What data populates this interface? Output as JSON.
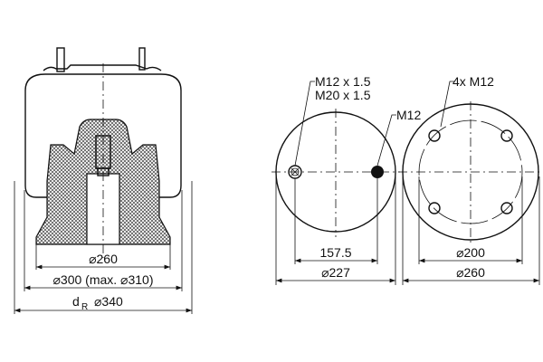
{
  "side_view": {
    "dim_piston": "⌀260",
    "dim_bellow": "⌀300 (max. ⌀310)",
    "dim_roll_label": "d",
    "dim_roll_sub": "R",
    "dim_roll": "⌀340"
  },
  "top_view": {
    "label_air_inlet_1": "M12 x 1.5",
    "label_air_inlet_2": "M20 x 1.5",
    "label_stud": "M12",
    "dim_stud_spacing": "157.5",
    "dim_plate": "⌀227"
  },
  "bottom_view": {
    "label_holes": "4x M12",
    "dim_bolt_circle": "⌀200",
    "dim_base": "⌀260"
  }
}
